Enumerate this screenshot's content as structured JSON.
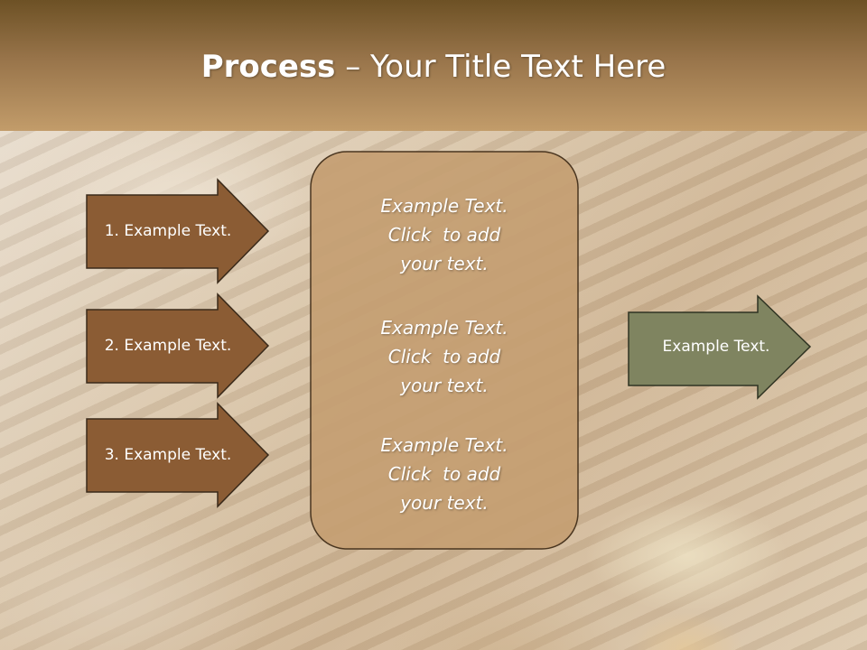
{
  "title": {
    "bold": "Process",
    "rest": " – Your Title Text Here"
  },
  "left_arrows": [
    {
      "label": "1. Example Text."
    },
    {
      "label": "2. Example Text."
    },
    {
      "label": "3. Example Text."
    }
  ],
  "center_box": {
    "paragraphs": [
      {
        "lines": [
          "Example Text.",
          "Click  to add",
          "your text."
        ]
      },
      {
        "lines": [
          "Example Text.",
          "Click  to add",
          "your text."
        ]
      },
      {
        "lines": [
          "Example Text.",
          "Click  to add",
          "your text."
        ]
      }
    ]
  },
  "right_arrow": {
    "label": "Example Text."
  },
  "colors": {
    "left_arrow_fill": "#8b5c34",
    "center_box_fill": "#c49e72",
    "right_arrow_fill": "#7f8460",
    "outline": "#3a2a1a"
  }
}
